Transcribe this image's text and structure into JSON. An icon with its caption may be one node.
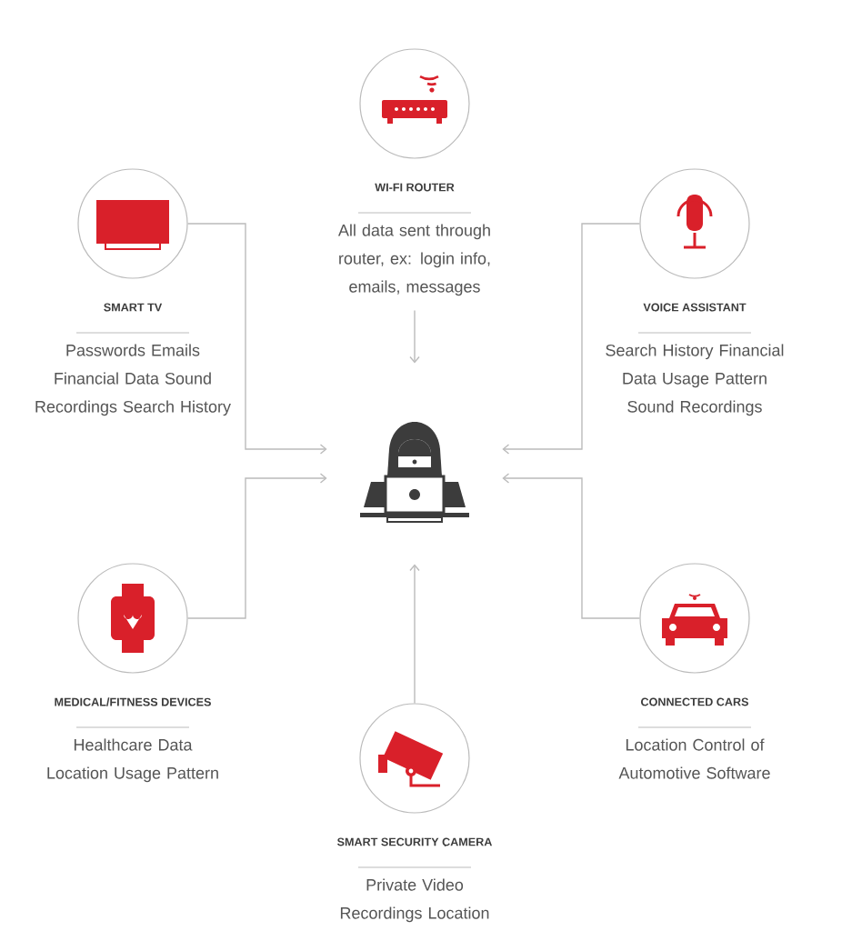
{
  "diagram": {
    "nodes": [
      {
        "text": [
          "WI-FI ROUTER",
          "All data sent through router, ex: login info, emails, messages"
        ]
      },
      {
        "text": [
          "SMART TV",
          "Passwords Emails Financial Data Sound Recordings Search History"
        ]
      },
      {
        "text": [
          "VOICE ASSISTANT",
          "Search History Financial Data Usage Pattern Sound Recordings"
        ]
      },
      {
        "text": [],
        "shape": "person"
      },
      {
        "text": [
          "MEDICAL/FITNESS DEVICES",
          "Healthcare Data Location Usage Pattern"
        ]
      },
      {
        "text": [
          "CONNECTED CARS",
          "Location Control of Automotive Software"
        ]
      },
      {
        "text": [
          "SMART SECURITY CAMERA",
          "Private Video Recordings Location"
        ]
      }
    ],
    "edges": [
      {
        "from": 0,
        "to": 3,
        "arrow": "to"
      },
      {
        "from": 1,
        "to": 3,
        "arrow": "to"
      },
      {
        "from": 2,
        "to": 3,
        "arrow": "to"
      },
      {
        "from": 4,
        "to": 3,
        "arrow": "to"
      },
      {
        "from": 5,
        "to": 3,
        "arrow": "to"
      },
      {
        "from": 6,
        "to": 3,
        "arrow": "to"
      }
    ]
  }
}
